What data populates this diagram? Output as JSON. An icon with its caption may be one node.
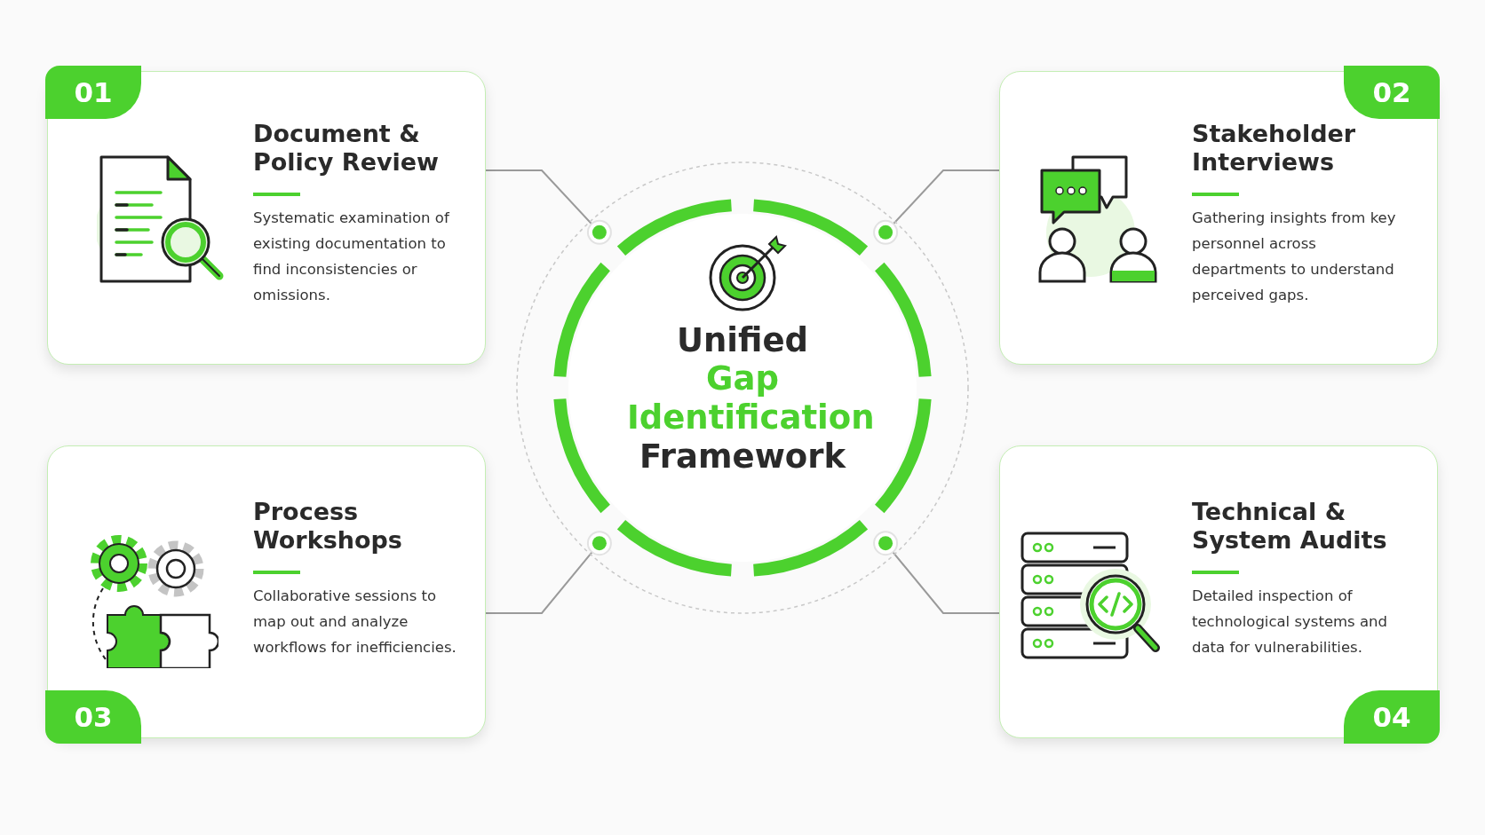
{
  "diagram": {
    "nodes": [
      {
        "text": [
          "01",
          "Document & Policy Review",
          "Systematic examination of existing documentation to find inconsistencies or omissions."
        ]
      },
      {
        "text": [
          "02",
          "Stakeholder Interviews",
          "Gathering insights from key personnel across departments to understand perceived gaps."
        ]
      },
      {
        "text": [
          "Unified",
          "Gap Identification",
          "Framework"
        ]
      },
      {
        "text": [
          "Process Workshops",
          "Collaborative sessions to map out and analyze workflows for inefficiencies.",
          "03"
        ]
      },
      {
        "text": [
          "Technical & System Audits",
          "Detailed inspection of technological systems and data for vulnerabilities.",
          "04"
        ]
      }
    ],
    "edges": [
      {
        "from": 0,
        "to": 2,
        "arrow": "other"
      },
      {
        "from": 1,
        "to": 2,
        "arrow": "other"
      },
      {
        "from": 3,
        "to": 2,
        "arrow": "other"
      },
      {
        "from": 4,
        "to": 2,
        "arrow": "other"
      }
    ]
  }
}
